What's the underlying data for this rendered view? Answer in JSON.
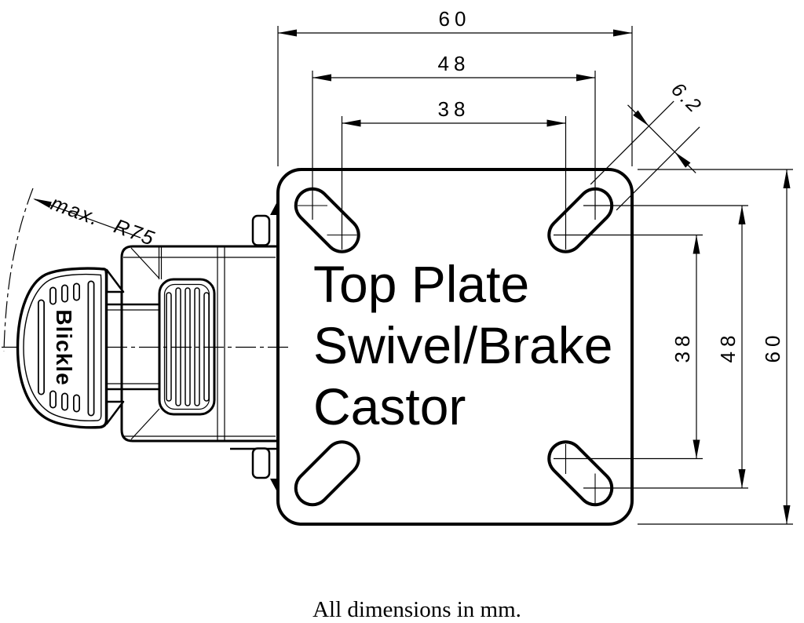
{
  "drawing": {
    "caption": "All dimensions in mm.",
    "brand": "Blickle",
    "plate_label": {
      "line1": "Top Plate",
      "line2": "Swivel/Brake",
      "line3": "Castor"
    },
    "dims": {
      "top_width": "60",
      "top_bolt_outer": "48",
      "top_bolt_inner": "38",
      "right_bolt_inner": "38",
      "right_bolt_outer": "48",
      "right_height": "60",
      "slot_width": "6.2",
      "pedal_radius_note": "max. R75"
    },
    "colors": {
      "ink": "#000000",
      "paper": "#ffffff"
    }
  }
}
